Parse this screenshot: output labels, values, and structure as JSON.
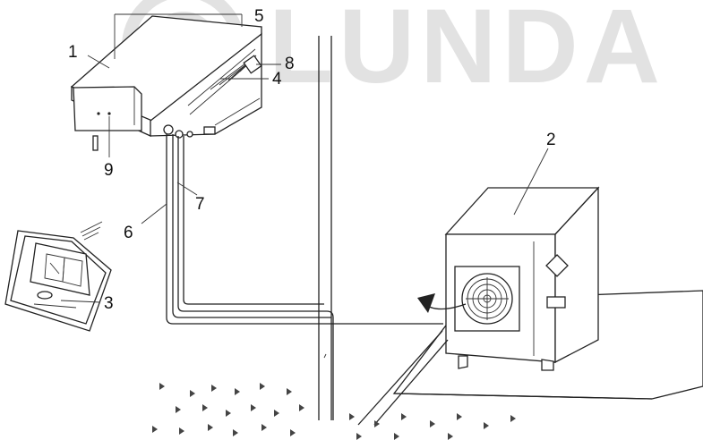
{
  "watermark": {
    "letters": "LUNDA"
  },
  "callouts": {
    "c1": "1",
    "c2": "2",
    "c3": "3",
    "c4": "4",
    "c5": "5",
    "c6": "6",
    "c7": "7",
    "c8": "8",
    "c9": "9"
  }
}
